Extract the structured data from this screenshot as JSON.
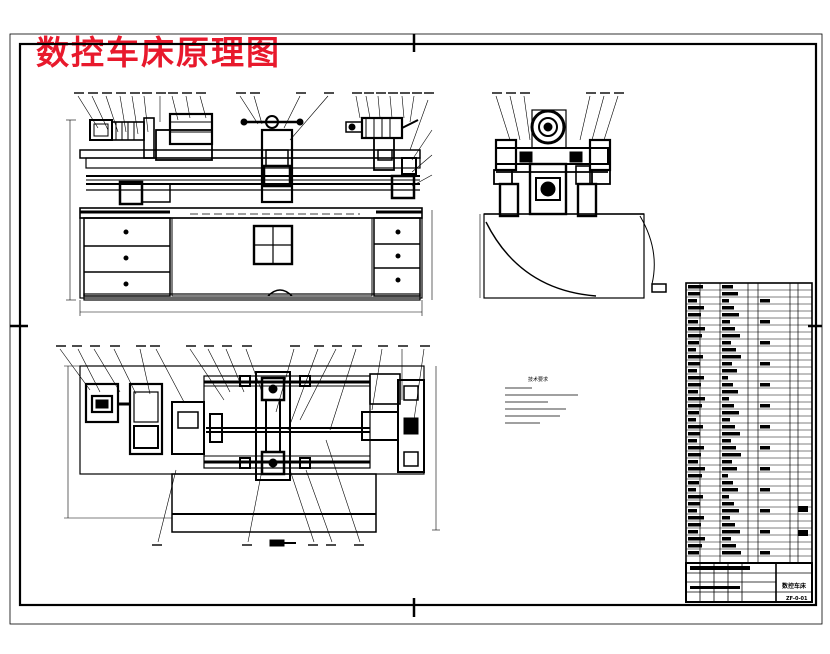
{
  "title": "数控车床原理图",
  "colors": {
    "title_red": "#e8192c",
    "line": "#000000",
    "paper": "#ffffff"
  },
  "drawing": {
    "views": [
      "front-view",
      "side-view",
      "top-view"
    ],
    "notes_heading": "技术要求",
    "title_block": {
      "name": "数控车床",
      "code": "ZF-0-01"
    }
  }
}
